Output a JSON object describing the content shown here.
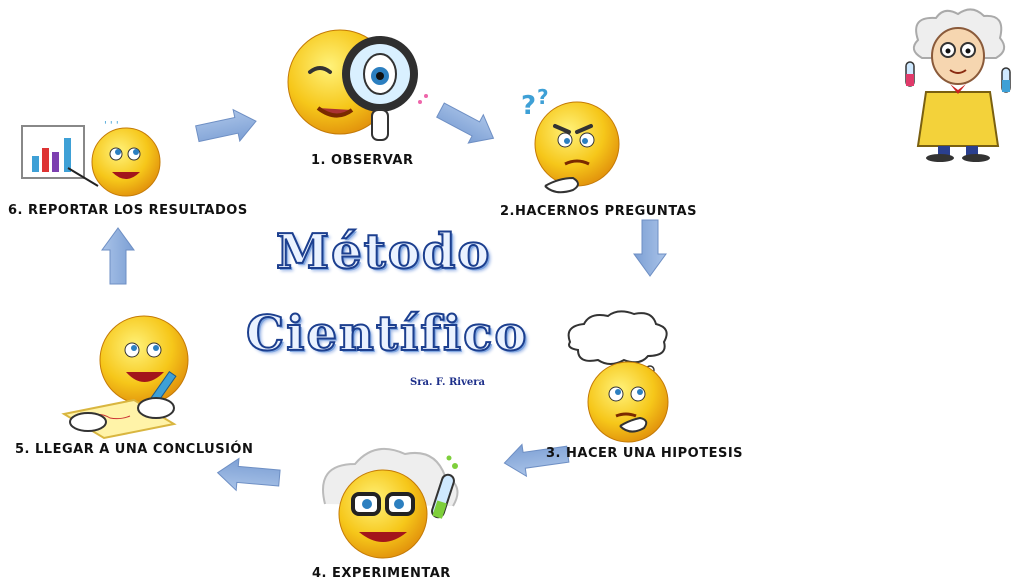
{
  "title": {
    "line1": "Método",
    "line2": "Científico",
    "author": "Sra. F. Rivera"
  },
  "steps": [
    {
      "label": "1. OBSERVAR",
      "icon": "magnifier-smiley-icon"
    },
    {
      "label": "2.HACERNOS PREGUNTAS",
      "icon": "question-smiley-icon"
    },
    {
      "label": "3. HACER UNA HIPOTESIS",
      "icon": "thinking-smiley-icon"
    },
    {
      "label": "4. EXPERIMENTAR",
      "icon": "scientist-smiley-icon"
    },
    {
      "label": "5. LLEGAR A UNA CONCLUSIÓN",
      "icon": "writing-smiley-icon"
    },
    {
      "label": "6. REPORTAR LOS RESULTADOS",
      "icon": "presenting-smiley-icon"
    }
  ],
  "colors": {
    "arrow": "#8fb0dd",
    "smiley": "#f6c71a",
    "title_outline": "#1c3f8f"
  }
}
